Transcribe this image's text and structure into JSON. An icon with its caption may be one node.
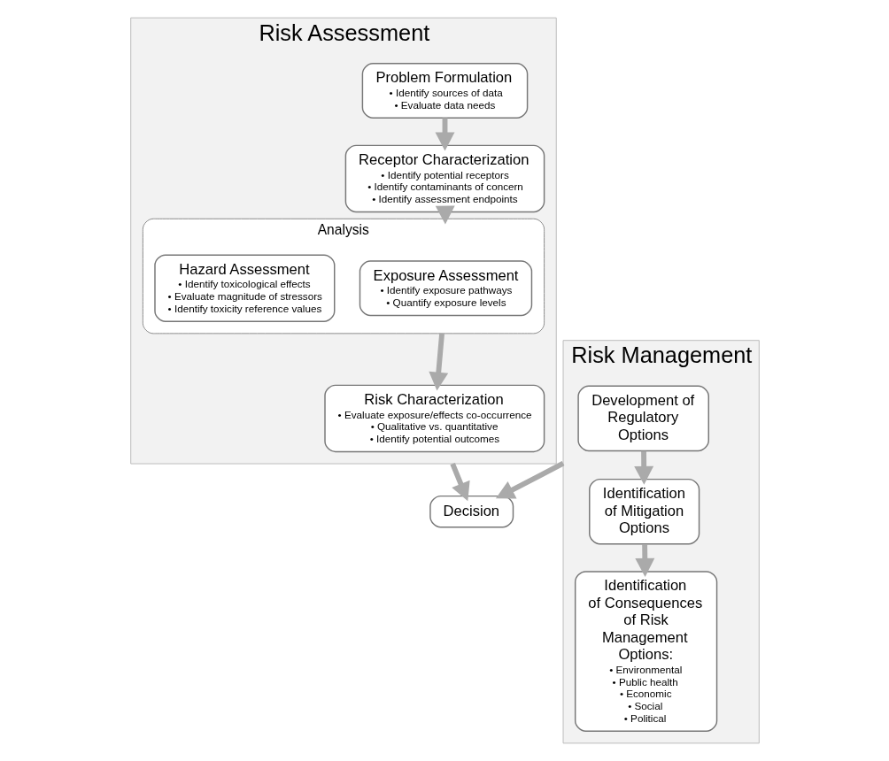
{
  "diagram": {
    "nodes": [
      {
        "text": [
          "Risk Assessment"
        ]
      },
      {
        "text": [
          "Problem Formulation",
          "• Identify sources of data",
          "• Evaluate data needs"
        ],
        "in": 0
      },
      {
        "text": [
          "Receptor Characterization",
          "• Identify potential receptors",
          "• Identify contaminants of concern",
          "• Identify assessment endpoints"
        ],
        "in": 0
      },
      {
        "text": [
          "Analysis"
        ],
        "in": 0
      },
      {
        "text": [
          "Exposure Assessment",
          "• Identify exposure pathways",
          "• Quantify exposure levels"
        ],
        "in": 3
      },
      {
        "text": [
          "Hazard Assessment",
          "• Identify toxicological effects",
          "• Evaluate magnitude of stressors",
          "• Identify toxicity reference values"
        ],
        "in": 3
      },
      {
        "text": [
          "Risk Characterization",
          "• Evaluate exposure/effects co-occurrence",
          "• Qualitative vs. quantitative",
          "• Identify potential outcomes"
        ],
        "in": 0
      },
      {
        "text": [
          "Risk Management"
        ]
      },
      {
        "text": [
          "Development of Regulatory Options"
        ],
        "in": 7
      },
      {
        "text": [
          "Identification of Mitigation Options"
        ],
        "in": 7
      },
      {
        "text": [
          "Identification of Consequences of Risk Management Options:",
          "• Environmental",
          "• Public health",
          "• Economic",
          "• Social",
          "• Political"
        ],
        "in": 7
      },
      {
        "text": [
          "Decision"
        ]
      }
    ],
    "edges": [
      {
        "from": 1,
        "to": 2,
        "arrow": "to"
      },
      {
        "from": 2,
        "to": 3,
        "arrow": "to"
      },
      {
        "from": 3,
        "to": 6,
        "arrow": "to"
      },
      {
        "from": 8,
        "to": 9,
        "arrow": "to"
      },
      {
        "from": 9,
        "to": 10,
        "arrow": "to"
      },
      {
        "from": 0,
        "to": 11,
        "arrow": "to"
      },
      {
        "from": 7,
        "to": 11,
        "arrow": "to"
      }
    ]
  }
}
